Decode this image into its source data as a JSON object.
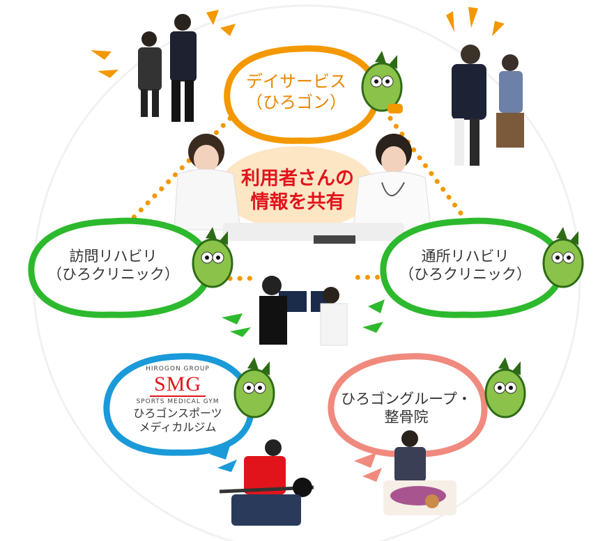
{
  "nodes": {
    "dayservice": {
      "line1": "デイサービス",
      "line2": "（ひろゴン）"
    },
    "center": {
      "line1": "利用者さんの",
      "line2": "情報を共有"
    },
    "visit_rehab": {
      "line1": "訪問リハビリ",
      "line2": "（ひろクリニック）"
    },
    "tsusho_rehab": {
      "line1": "通所リハビリ",
      "line2": "（ひろクリニック）"
    },
    "gym": {
      "group": "HIROGON GROUP",
      "logo": "SMG",
      "sub": "SPORTS MEDICAL GYM",
      "line1": "ひろゴンスポーツ",
      "line2": "メディカルジム"
    },
    "seikotsu": {
      "line1": "ひろゴングループ・",
      "line2": "整骨院"
    }
  },
  "colors": {
    "orange": "#f39800",
    "green": "#2db92d",
    "blue": "#1a9ad9",
    "salmon": "#f08a7e",
    "red": "#e1141c",
    "center_bg": "#fde6c4"
  },
  "icons": [
    "dragon-mascot-icon",
    "accent-burst-icon"
  ]
}
